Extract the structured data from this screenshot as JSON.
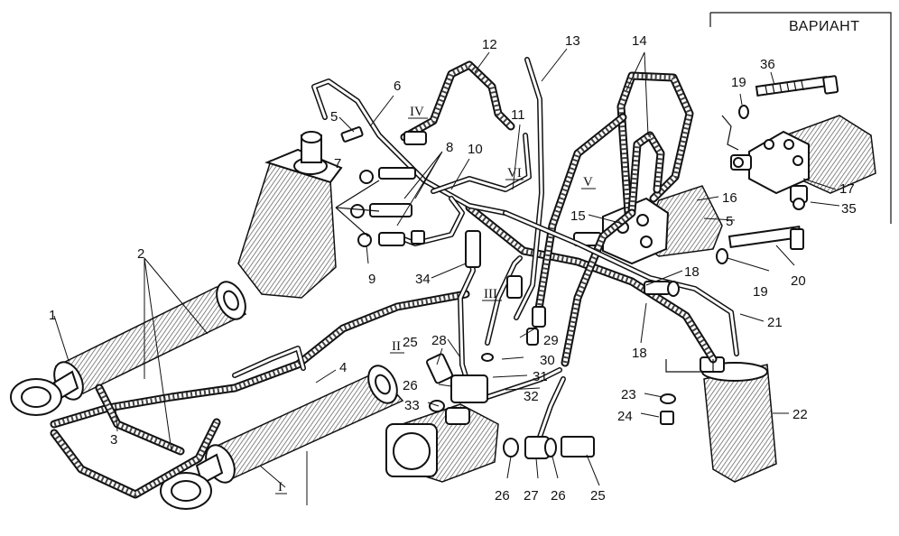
{
  "variant_box": {
    "title": "ВАРИАНТ"
  },
  "labels": [
    {
      "id": "1",
      "text": "1"
    },
    {
      "id": "2",
      "text": "2"
    },
    {
      "id": "3",
      "text": "3"
    },
    {
      "id": "4",
      "text": "4"
    },
    {
      "id": "5a",
      "text": "5"
    },
    {
      "id": "5b",
      "text": "5"
    },
    {
      "id": "6",
      "text": "6"
    },
    {
      "id": "7",
      "text": "7"
    },
    {
      "id": "8",
      "text": "8"
    },
    {
      "id": "9",
      "text": "9"
    },
    {
      "id": "10",
      "text": "10"
    },
    {
      "id": "11",
      "text": "11"
    },
    {
      "id": "12",
      "text": "12"
    },
    {
      "id": "13",
      "text": "13"
    },
    {
      "id": "14",
      "text": "14"
    },
    {
      "id": "15",
      "text": "15"
    },
    {
      "id": "16",
      "text": "16"
    },
    {
      "id": "17",
      "text": "17"
    },
    {
      "id": "18a",
      "text": "18"
    },
    {
      "id": "18b",
      "text": "18"
    },
    {
      "id": "19a",
      "text": "19"
    },
    {
      "id": "19b",
      "text": "19"
    },
    {
      "id": "20",
      "text": "20"
    },
    {
      "id": "21",
      "text": "21"
    },
    {
      "id": "22",
      "text": "22"
    },
    {
      "id": "23",
      "text": "23"
    },
    {
      "id": "24",
      "text": "24"
    },
    {
      "id": "25a",
      "text": "25"
    },
    {
      "id": "25b",
      "text": "25"
    },
    {
      "id": "26a",
      "text": "26"
    },
    {
      "id": "26b",
      "text": "26"
    },
    {
      "id": "26c",
      "text": "26"
    },
    {
      "id": "27",
      "text": "27"
    },
    {
      "id": "28",
      "text": "28"
    },
    {
      "id": "29",
      "text": "29"
    },
    {
      "id": "30",
      "text": "30"
    },
    {
      "id": "31",
      "text": "31"
    },
    {
      "id": "32",
      "text": "32"
    },
    {
      "id": "33",
      "text": "33"
    },
    {
      "id": "34",
      "text": "34"
    },
    {
      "id": "35",
      "text": "35"
    },
    {
      "id": "36",
      "text": "36"
    }
  ],
  "roman_labels": [
    {
      "id": "I",
      "text": "I"
    },
    {
      "id": "II",
      "text": "II"
    },
    {
      "id": "III",
      "text": "III"
    },
    {
      "id": "IV",
      "text": "IV"
    },
    {
      "id": "V",
      "text": "V"
    },
    {
      "id": "VI",
      "text": "VI"
    }
  ],
  "colors": {
    "ink": "#111111",
    "paper": "#ffffff"
  }
}
